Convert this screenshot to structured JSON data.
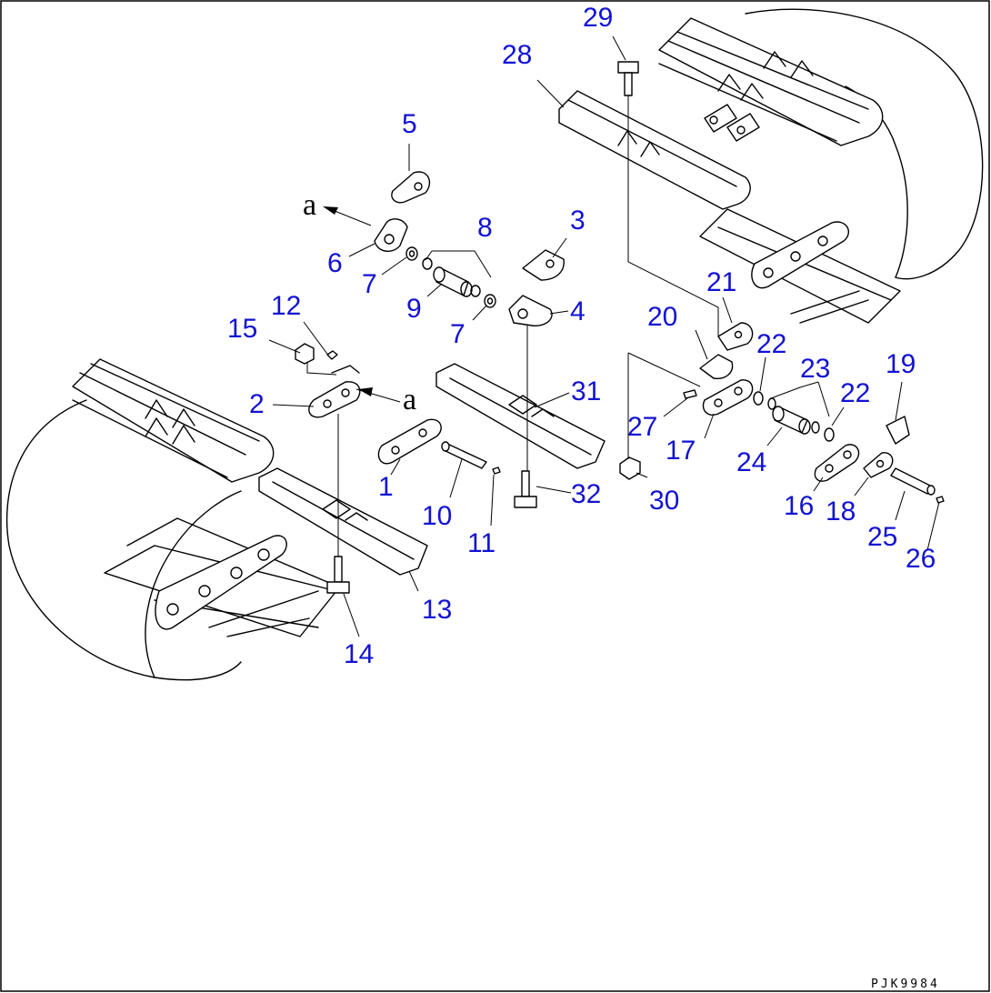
{
  "diagram": {
    "callouts": [
      "1",
      "2",
      "3",
      "4",
      "5",
      "6",
      "7",
      "7",
      "8",
      "9",
      "10",
      "11",
      "12",
      "13",
      "14",
      "15",
      "16",
      "17",
      "18",
      "19",
      "20",
      "21",
      "22",
      "22",
      "23",
      "24",
      "25",
      "26",
      "27",
      "28",
      "29",
      "30",
      "31",
      "32"
    ],
    "reference_letter": "a",
    "drawing_code": "PJK9984",
    "colors": {
      "callout": "#1212d4",
      "line": "#000000",
      "background": "#ffffff"
    }
  }
}
